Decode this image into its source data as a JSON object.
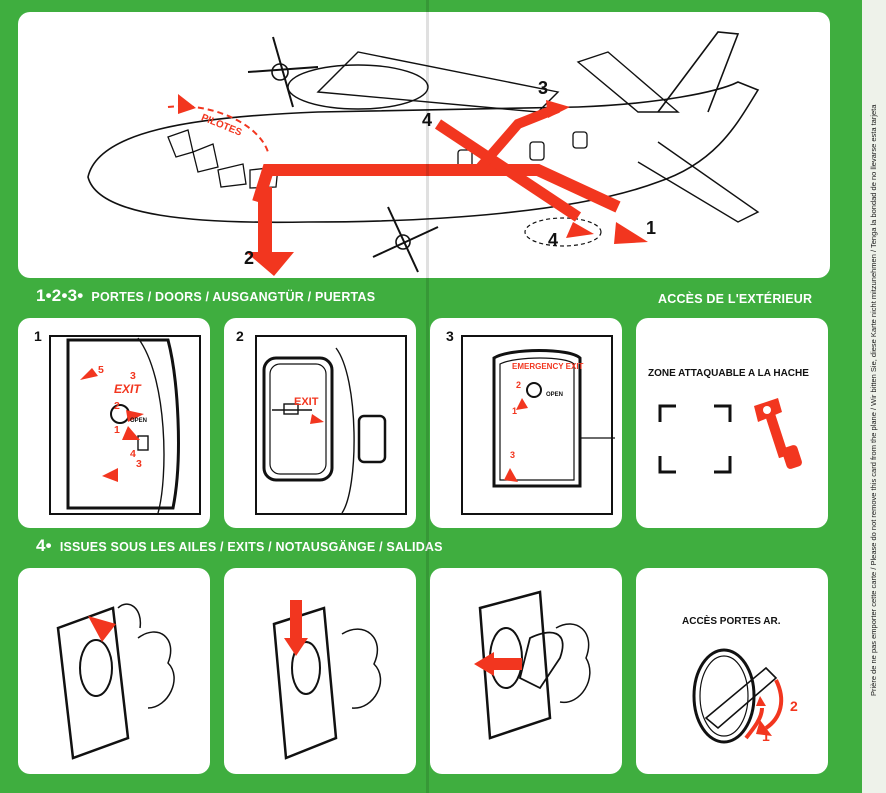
{
  "side_notice": "Prière de ne pas emporter cette carte / Please do not remove this card from the plane / Wir bitten Sie, diese Karte nicht mitzunehmen / Tenga la bondad de no llevarse esta tarjeta",
  "top_diagram": {
    "pilot_label": "PILOTES",
    "exit_markers": [
      "1",
      "2",
      "3",
      "4",
      "4"
    ]
  },
  "section_doors": {
    "number": "1•2•3•",
    "title": "PORTES / DOORS / AUSGANGTÜR / PUERTAS",
    "right_title": "ACCÈS DE L'EXTÉRIEUR"
  },
  "door_panels": [
    {
      "number": "1",
      "labels": [
        "5",
        "3",
        "EXIT",
        "2",
        "OPEN",
        "1",
        "4",
        "3"
      ]
    },
    {
      "number": "2",
      "labels": [
        "EXIT"
      ]
    },
    {
      "number": "3",
      "labels": [
        "EMERGENCY EXIT",
        "2",
        "1",
        "OPEN",
        "3"
      ]
    }
  ],
  "axe_panel": {
    "title": "ZONE ATTAQUABLE A LA HACHE"
  },
  "section_wings": {
    "number": "4•",
    "title": "ISSUES SOUS LES AILES / EXITS / NOTAUSGÄNGE / SALIDAS"
  },
  "rear_panel": {
    "title": "ACCÈS PORTES AR.",
    "steps": [
      "1",
      "2"
    ]
  },
  "colors": {
    "green": "#3fae3f",
    "red": "#f2361f",
    "ink": "#111111"
  }
}
